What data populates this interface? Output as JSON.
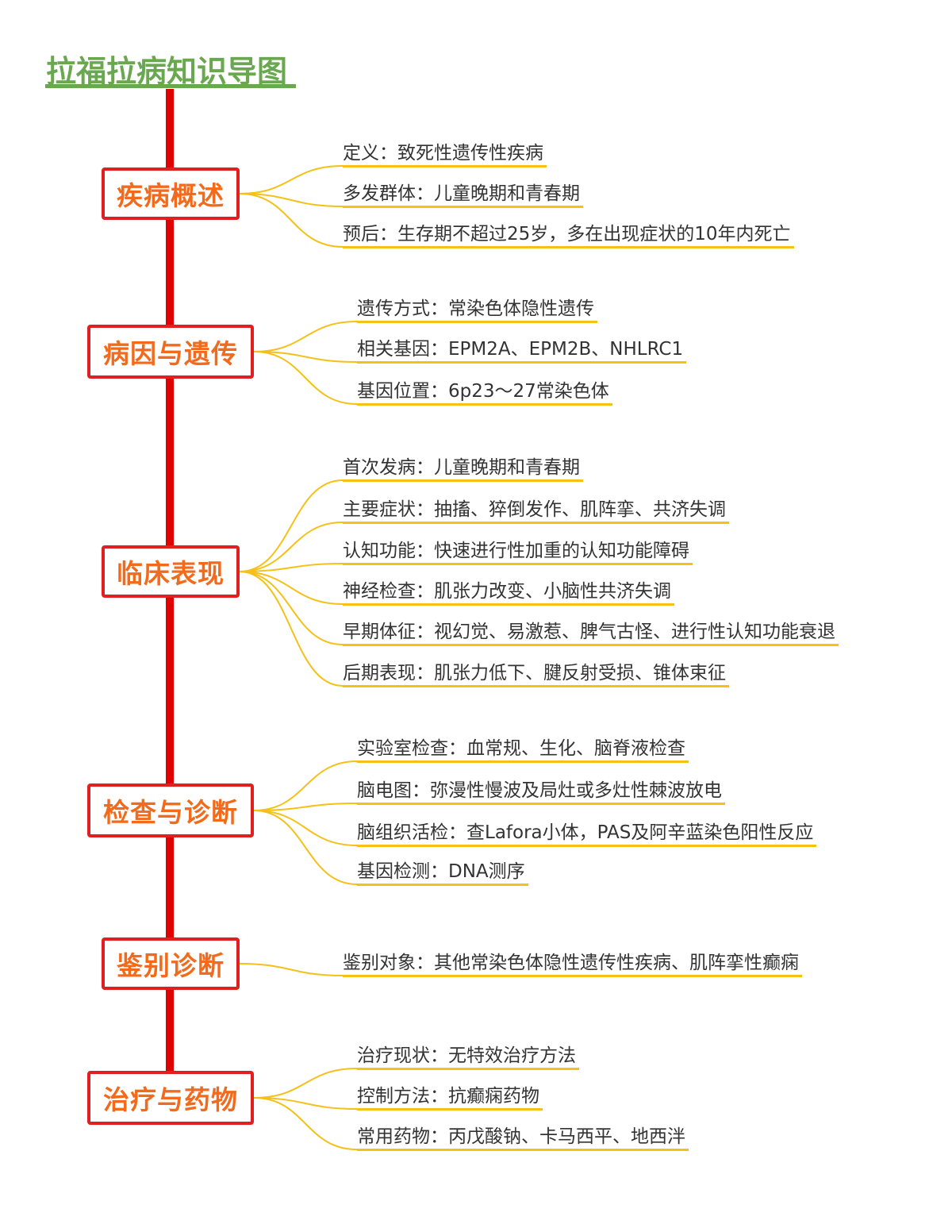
{
  "title": "拉福拉病知识导图",
  "colors": {
    "title": "#6aa84f",
    "spine": "#e00000",
    "node_border": "#e02020",
    "node_text": "#f26b1d",
    "connector": "#f5c018",
    "leaf_text": "#333333"
  },
  "branches": [
    {
      "label": "疾病概述",
      "items": [
        "定义：致死性遗传性疾病",
        "多发群体：儿童晚期和青春期",
        "预后：生存期不超过25岁，多在出现症状的10年内死亡"
      ]
    },
    {
      "label": "病因与遗传",
      "items": [
        "遗传方式：常染色体隐性遗传",
        "相关基因：EPM2A、EPM2B、NHLRC1",
        "基因位置：6p23～27常染色体"
      ]
    },
    {
      "label": "临床表现",
      "items": [
        "首次发病：儿童晚期和青春期",
        "主要症状：抽搐、猝倒发作、肌阵挛、共济失调",
        "认知功能：快速进行性加重的认知功能障碍",
        "神经检查：肌张力改变、小脑性共济失调",
        "早期体征：视幻觉、易激惹、脾气古怪、进行性认知功能衰退",
        "后期表现：肌张力低下、腱反射受损、锥体束征"
      ]
    },
    {
      "label": "检查与诊断",
      "items": [
        "实验室检查：血常规、生化、脑脊液检查",
        "脑电图：弥漫性慢波及局灶或多灶性棘波放电",
        "脑组织活检：查Lafora小体，PAS及阿辛蓝染色阳性反应",
        "基因检测：DNA测序"
      ]
    },
    {
      "label": "鉴别诊断",
      "items": [
        "鉴别对象：其他常染色体隐性遗传性疾病、肌阵挛性癫痫"
      ]
    },
    {
      "label": "治疗与药物",
      "items": [
        "治疗现状：无特效治疗方法",
        "控制方法：抗癫痫药物",
        "常用药物：丙戊酸钠、卡马西平、地西泮"
      ]
    }
  ]
}
